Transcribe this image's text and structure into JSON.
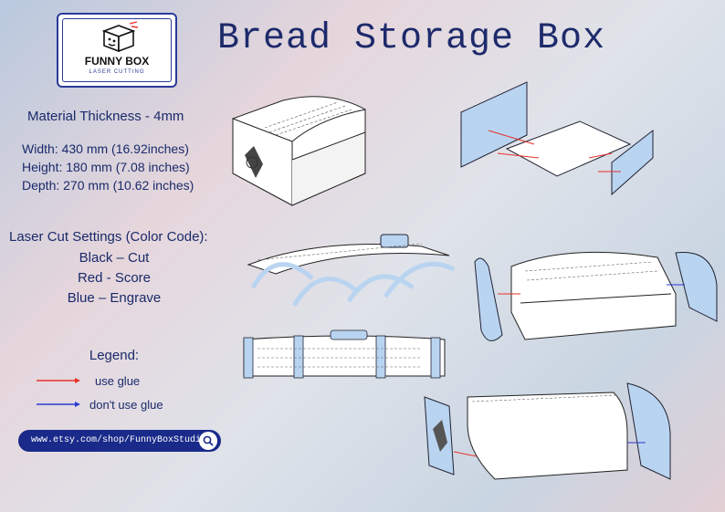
{
  "logo": {
    "name": "FUNNY BOX",
    "tagline": "LASER CUTTING"
  },
  "title": "Bread Storage Box",
  "specs": {
    "material": "Material Thickness - 4mm",
    "width": "Width: 430 mm (16.92inches)",
    "height": "Height: 180 mm (7.08 inches)",
    "depth": "Depth: 270 mm (10.62 inches)"
  },
  "laser": {
    "heading": "Laser Cut Settings (Color Code):",
    "black": "Black – Cut",
    "red": "Red - Score",
    "blue": "Blue – Engrave"
  },
  "legend": {
    "title": "Legend:",
    "glue": "use glue",
    "no_glue": "don't use glue",
    "glue_color": "#e8302a",
    "no_glue_color": "#2a3ad0"
  },
  "shop_url": "www.etsy.com/shop/FunnyBoxStudio",
  "icons": {
    "search": "search-icon",
    "logo": "box-logo-icon"
  },
  "colors": {
    "panel_blue": "#b9d4f0",
    "title_blue": "#1d2a6b",
    "pill": "#1a2a8a"
  }
}
